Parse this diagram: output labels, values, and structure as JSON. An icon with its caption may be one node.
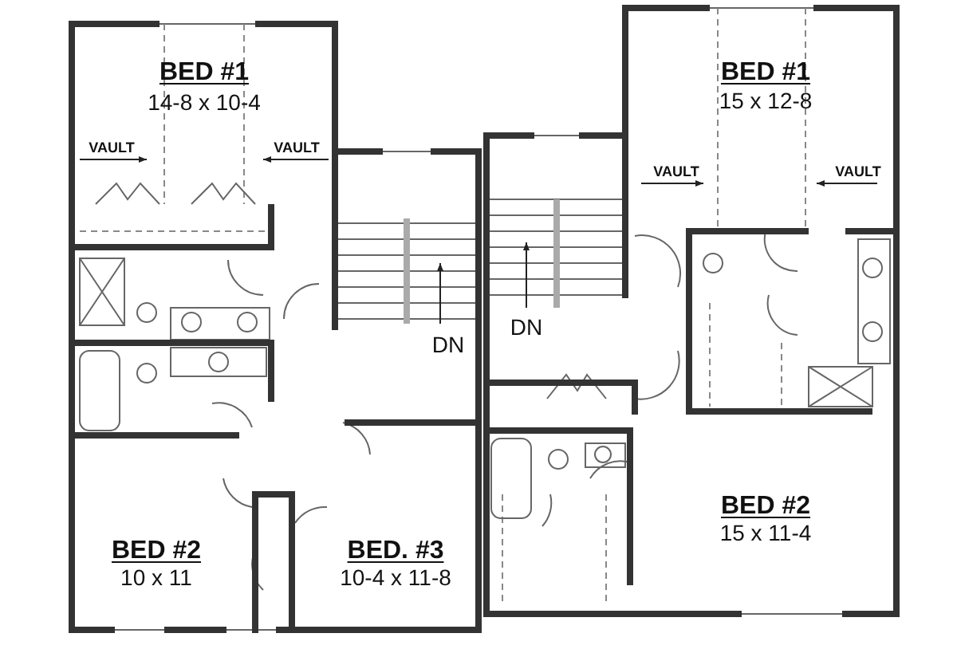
{
  "diagram": {
    "labels": [
      "BED #1",
      "14-8 x 10-4",
      "BED #1",
      "15 x 12-8",
      "VAULT",
      "VAULT",
      "VAULT",
      "VAULT",
      "DN",
      "DN",
      "BED #2",
      "15 x 11-4",
      "BED. #3",
      "10-4 x 11-8",
      "BED #2",
      "10 x 11"
    ]
  }
}
